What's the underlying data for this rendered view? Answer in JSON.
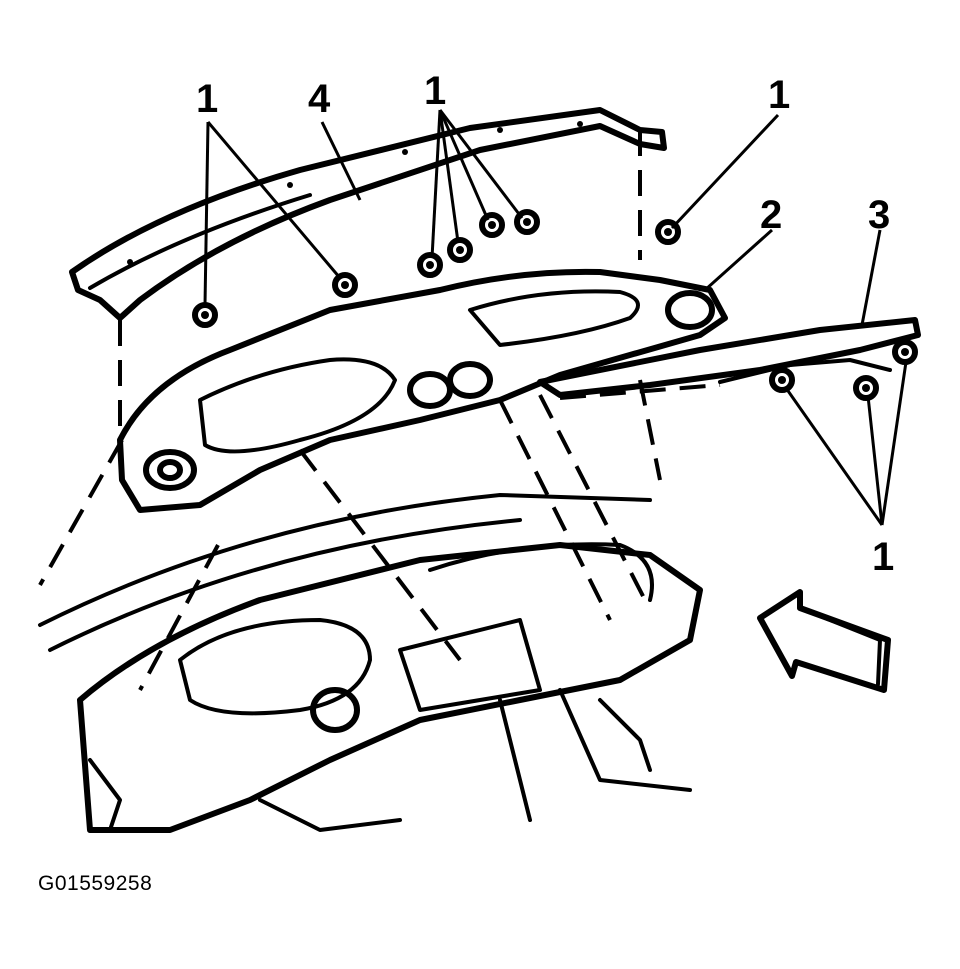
{
  "callouts": {
    "c1a": "1",
    "c4": "4",
    "c1b": "1",
    "c1c": "1",
    "c2": "2",
    "c3": "3",
    "c1d": "1"
  },
  "figure_id": "G01559258",
  "colors": {
    "ink": "#000000",
    "paper": "#ffffff"
  },
  "icons": [
    "view-direction-arrow-icon",
    "fastener-icon"
  ]
}
